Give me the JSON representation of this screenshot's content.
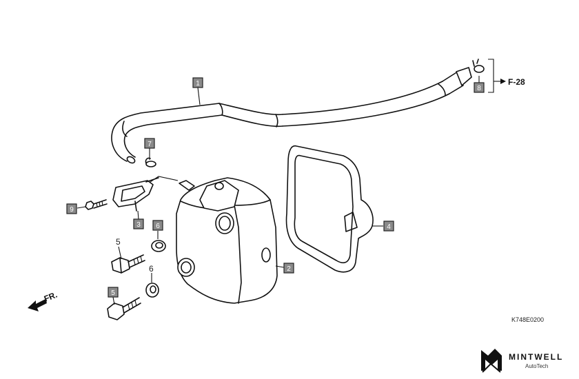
{
  "callouts": {
    "c1": "1",
    "c2": "2",
    "c3": "3",
    "c4": "4",
    "c5": "5",
    "c6": "6",
    "c7": "7",
    "c8": "8",
    "c9": "9"
  },
  "plain_labels": {
    "p5": "5",
    "p6": "6"
  },
  "ref_label": "F-28",
  "front_label": "FR.",
  "diagram_code": "K748E0200",
  "brand": {
    "name": "MINTWELL",
    "sub": "AutoTech"
  }
}
